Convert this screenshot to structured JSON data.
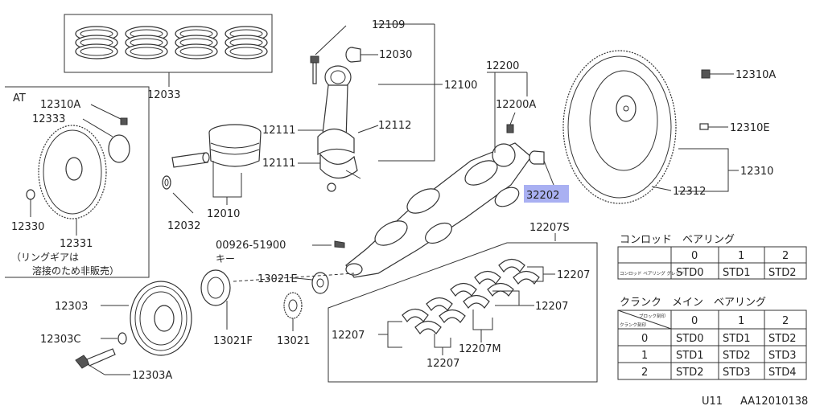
{
  "labels": {
    "p12033": "12033",
    "p12109": "12109",
    "p12030": "12030",
    "p12100": "12100",
    "p12111a": "12111",
    "p12111b": "12111",
    "p12112": "12112",
    "p12200": "12200",
    "p12200A": "12200A",
    "p32202": "32202",
    "p12310A_right": "12310A",
    "p12310E": "12310E",
    "p12310": "12310",
    "p12312": "12312",
    "at": "AT",
    "p12310A_at": "12310A",
    "p12333": "12333",
    "p12330": "12330",
    "p12331": "12331",
    "note_line1": "（リングギアは",
    "note_line2": "溶接のため非販売）",
    "p12032": "12032",
    "p12010": "12010",
    "p00926": "00926-51900",
    "key": "キー",
    "p12207S": "12207S",
    "p13021E": "13021E",
    "p12303": "12303",
    "p12303C": "12303C",
    "p12303A": "12303A",
    "p13021F": "13021F",
    "p13021": "13021",
    "p12207_r1": "12207",
    "p12207_r2": "12207",
    "p12207_l": "12207",
    "p12207M": "12207M",
    "p12207_b": "12207",
    "footer_code": "U11",
    "footer_ref": "AA12010138"
  },
  "conrod_table": {
    "title": "コンロッド　ベアリング",
    "headers": [
      "0",
      "1",
      "2"
    ],
    "row_label": "コンロッド ベアリング グレード",
    "values": [
      "STD0",
      "STD1",
      "STD2"
    ]
  },
  "crank_table": {
    "title": "クランク　メイン　ベアリング",
    "header_top": "ブロック刻印",
    "header_bottom": "クランク刻印",
    "headers": [
      "0",
      "1",
      "2"
    ],
    "rows": [
      {
        "label": "0",
        "values": [
          "STD0",
          "STD1",
          "STD2"
        ]
      },
      {
        "label": "1",
        "values": [
          "STD1",
          "STD2",
          "STD3"
        ]
      },
      {
        "label": "2",
        "values": [
          "STD2",
          "STD3",
          "STD4"
        ]
      }
    ]
  },
  "colors": {
    "highlight": "#a9b0f2",
    "line": "#333333",
    "text": "#222222"
  }
}
